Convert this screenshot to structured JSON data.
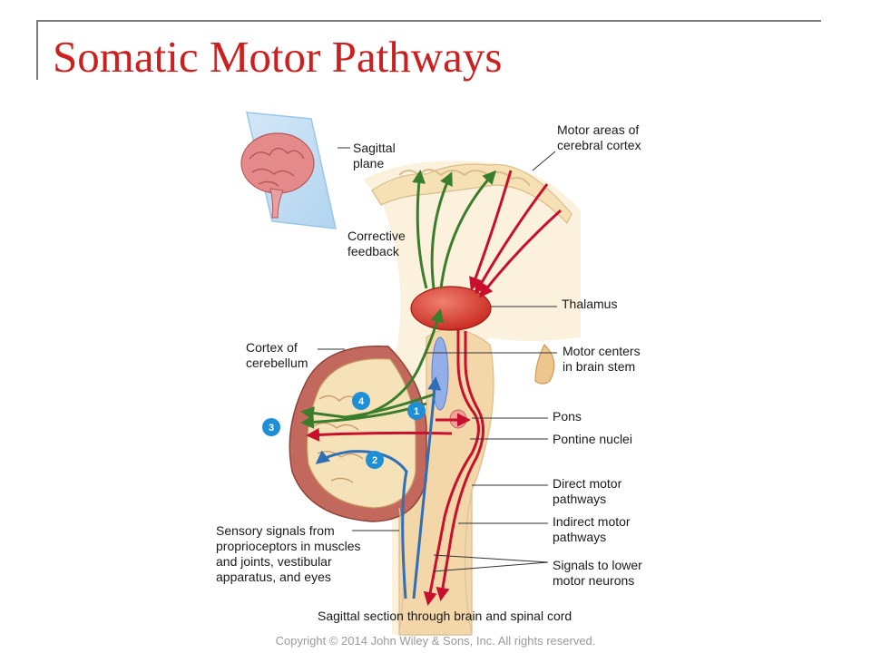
{
  "slide": {
    "title": "Somatic Motor Pathways"
  },
  "labels": {
    "sagittal_plane_1": "Sagittal",
    "sagittal_plane_2": "plane",
    "motor_areas_1": "Motor areas of",
    "motor_areas_2": "cerebral cortex",
    "corrective_feedback_1": "Corrective",
    "corrective_feedback_2": "feedback",
    "thalamus": "Thalamus",
    "cortex_cerebellum_1": "Cortex of",
    "cortex_cerebellum_2": "cerebellum",
    "motor_centers_1": "Motor centers",
    "motor_centers_2": "in brain stem",
    "pons": "Pons",
    "pontine_nuclei": "Pontine nuclei",
    "direct_motor_1": "Direct motor",
    "direct_motor_2": "pathways",
    "indirect_motor_1": "Indirect motor",
    "indirect_motor_2": "pathways",
    "signals_lower_1": "Signals to lower",
    "signals_lower_2": "motor neurons",
    "sensory_1": "Sensory signals from",
    "sensory_2": "proprioceptors in muscles",
    "sensory_3": "and joints, vestibular",
    "sensory_4": "apparatus, and eyes",
    "caption": "Sagittal section through brain and spinal cord"
  },
  "steps": [
    "1",
    "2",
    "3",
    "4"
  ],
  "colors": {
    "title": "#cc1f1f",
    "motor_pathway": "#c8102e",
    "feedback_pathway": "#3a7d2c",
    "sensory_pathway": "#2f6fb5",
    "step_badge": "#1e8fd6"
  },
  "copyright": "Copyright © 2014 John Wiley & Sons, Inc. All rights reserved."
}
